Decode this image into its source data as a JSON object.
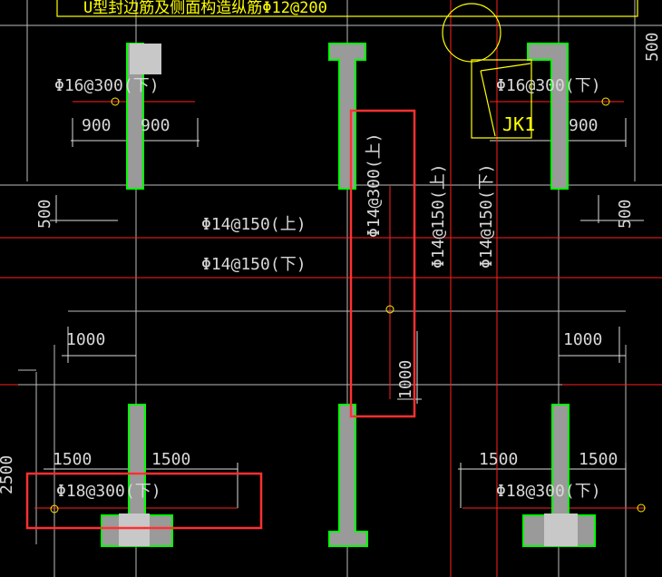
{
  "title_note": "U型封边筋及侧面构造纵筋Φ12@200",
  "rebar": {
    "top_left": "Φ16@300(下)",
    "top_right": "Φ16@300(下)",
    "horiz_top": "Φ14@150(上)",
    "horiz_bottom": "Φ14@150(下)",
    "vert_center": "Φ14@300(上)",
    "vert_top": "Φ14@150(上)",
    "vert_bottom": "Φ14@150(下)",
    "bottom_left": "Φ18@300(下)",
    "bottom_right": "Φ18@300(下)"
  },
  "dims": {
    "d900a": "900",
    "d900b": "900",
    "d900c": "900",
    "d500_left": "500",
    "d500_right": "500",
    "d500_topright": "500",
    "d1000_left": "1000",
    "d1000_right": "1000",
    "d1000_center": "1000",
    "d1500a": "1500",
    "d1500b": "1500",
    "d1500c": "1500",
    "d1500d": "1500",
    "d2500": "2500"
  },
  "label_jk1": "JK1",
  "colors": {
    "background": "#000000",
    "rebar_red": "#ff2020",
    "column_green": "#00ff00",
    "dim_yellow": "#ffff00",
    "dim_white": "#dcdcdc",
    "column_fill": "#9a9a9a"
  }
}
